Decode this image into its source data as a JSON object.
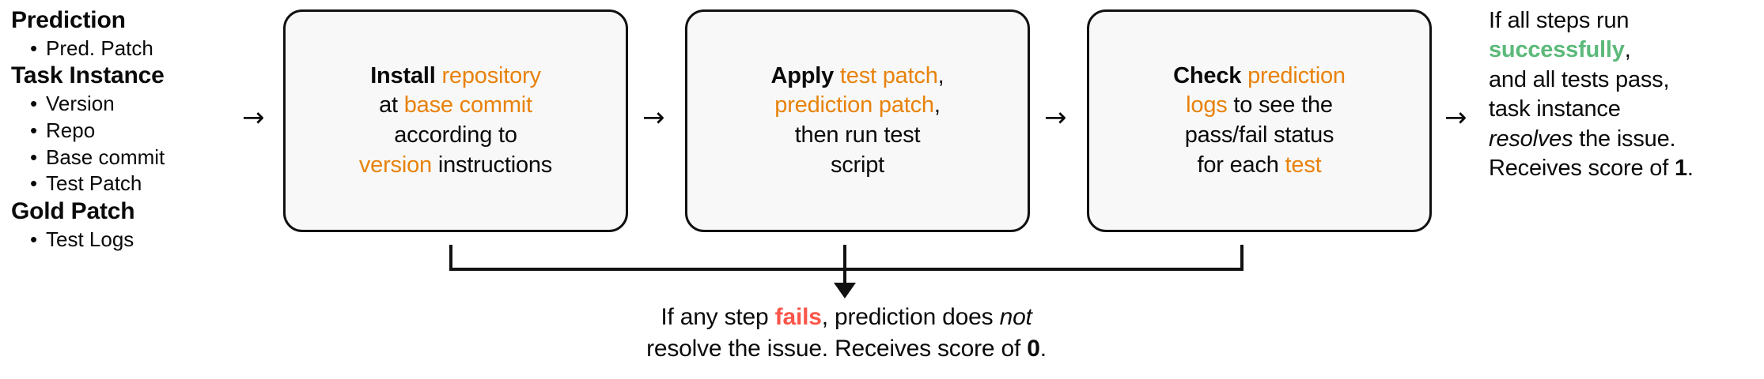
{
  "inputs": {
    "groups": [
      {
        "heading": "Prediction",
        "items": [
          "Pred. Patch"
        ]
      },
      {
        "heading": "Task Instance",
        "items": [
          "Version",
          "Repo",
          "Base commit",
          "Test Patch"
        ]
      },
      {
        "heading": "Gold Patch",
        "items": [
          "Test Logs"
        ]
      }
    ],
    "bullet_glyph": "•"
  },
  "arrows": {
    "right_glyph": "→",
    "arrow1_name": "arrow-inputs-to-install",
    "arrow2_name": "arrow-install-to-apply",
    "arrow3_name": "arrow-apply-to-check",
    "arrow4_name": "arrow-check-to-outcome"
  },
  "steps": [
    {
      "id": "install",
      "line1_bold": "Install",
      "line1_orange": "repository",
      "line2_plain": "at ",
      "line2_orange": "base commit",
      "line3_plain": "according to",
      "line4_orange": "version",
      "line4_plain": " instructions",
      "full_text": "Install repository at base commit according to version instructions"
    },
    {
      "id": "apply",
      "line1_bold": "Apply",
      "line1_orange": "test patch",
      "line1_tail": ",",
      "line2_orange": "prediction patch",
      "line2_tail": ",",
      "line3_plain": "then run test",
      "line4_plain": "script",
      "full_text": "Apply test patch, prediction patch, then run test script"
    },
    {
      "id": "check",
      "line1_bold": "Check",
      "line1_orange": "prediction",
      "line2_orange": "logs",
      "line2_plain": " to see the",
      "line3_plain": "pass/fail status",
      "line4_plain": "for each ",
      "line4_orange": "test",
      "full_text": "Check prediction logs to see the pass/fail status for each test"
    }
  ],
  "outcome": {
    "l1": "If all steps run",
    "l2_green": "successfully",
    "l2_tail": ",",
    "l3": "and all tests pass,",
    "l4": "task instance",
    "l5_italic": "resolves",
    "l5_tail": " the issue.",
    "l6_plain": "Receives score of ",
    "l6_bold": "1",
    "l6_tail": ".",
    "full_text": "If all steps run successfully, and all tests pass, task instance resolves the issue. Receives score of 1."
  },
  "fail_caption": {
    "pre": "If any step ",
    "red": "fails",
    "mid": ", prediction does ",
    "italic": "not",
    "line2_pre": "resolve the issue. Receives score of ",
    "bold_zero": "0",
    "line2_tail": ".",
    "full_text": "If any step fails, prediction does not resolve the issue. Receives score of 0."
  },
  "colors": {
    "orange": "#e8820c",
    "green": "#5cb97a",
    "red": "#fb554a",
    "box_bg": "#f8f8f8",
    "border": "#111111",
    "text": "#0a0a0a"
  }
}
